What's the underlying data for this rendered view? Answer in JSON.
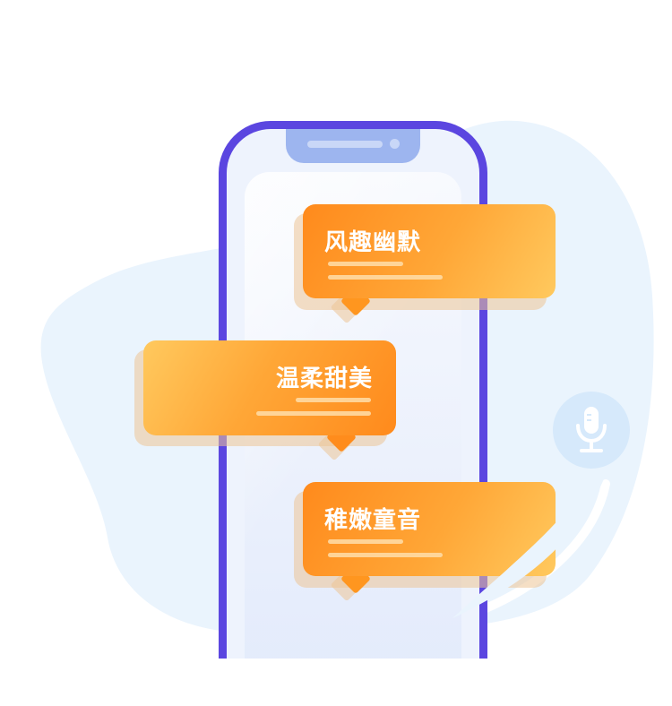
{
  "bubbles": [
    {
      "title": "风趣幽默"
    },
    {
      "title": "温柔甜美"
    },
    {
      "title": "稚嫩童音"
    }
  ],
  "icons": {
    "microphone": "microphone-icon"
  },
  "colors": {
    "phone_frame": "#5b46e0",
    "bubble_orange": "#ff8a1c",
    "bubble_light": "#ffc95e",
    "blob_blue": "#eaf4fd"
  }
}
